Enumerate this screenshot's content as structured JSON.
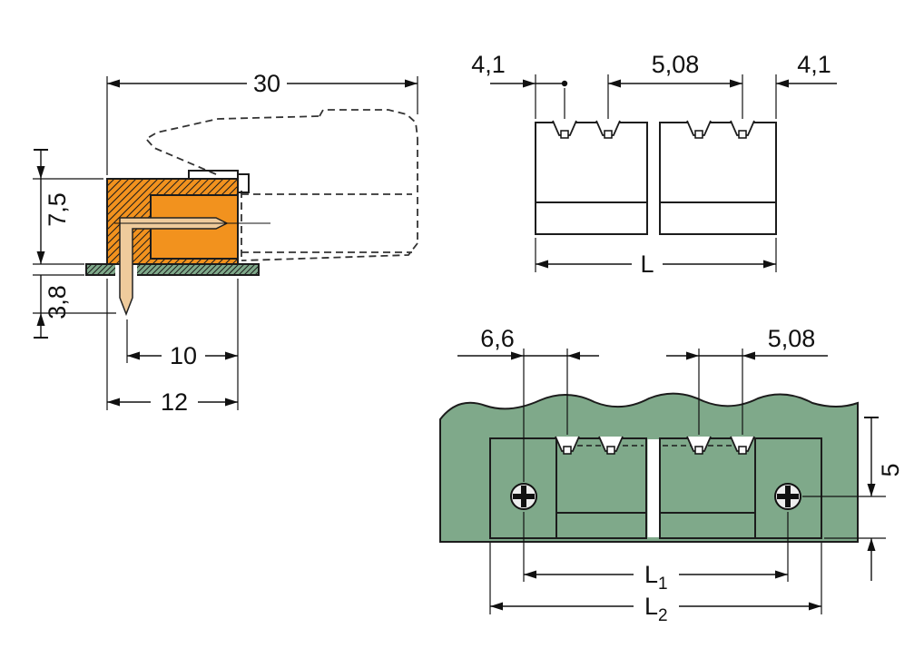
{
  "drawing": {
    "side_view": {
      "dim_total_depth": "30",
      "dim_height_above_board": "7,5",
      "dim_pin_below_board": "3,8",
      "dim_pin_to_edge": "10",
      "dim_body_width": "12"
    },
    "front_view": {
      "dim_left_margin": "4,1",
      "dim_pitch": "5,08",
      "dim_right_margin": "4,1",
      "dim_total_length": "L"
    },
    "mounting_view": {
      "dim_screw_to_pin": "6,6",
      "dim_pitch": "5,08",
      "dim_center_to_edge": "5",
      "dim_l1_base": "L",
      "dim_l1_sub": "1",
      "dim_l2_base": "L",
      "dim_l2_sub": "2"
    },
    "colors": {
      "housing_orange": "#F2921E",
      "flange_red": "#E6512А",
      "pcb_green": "#7FA98A",
      "pin_copper": "#EFCB9C",
      "outline": "#1c1c1c"
    }
  }
}
